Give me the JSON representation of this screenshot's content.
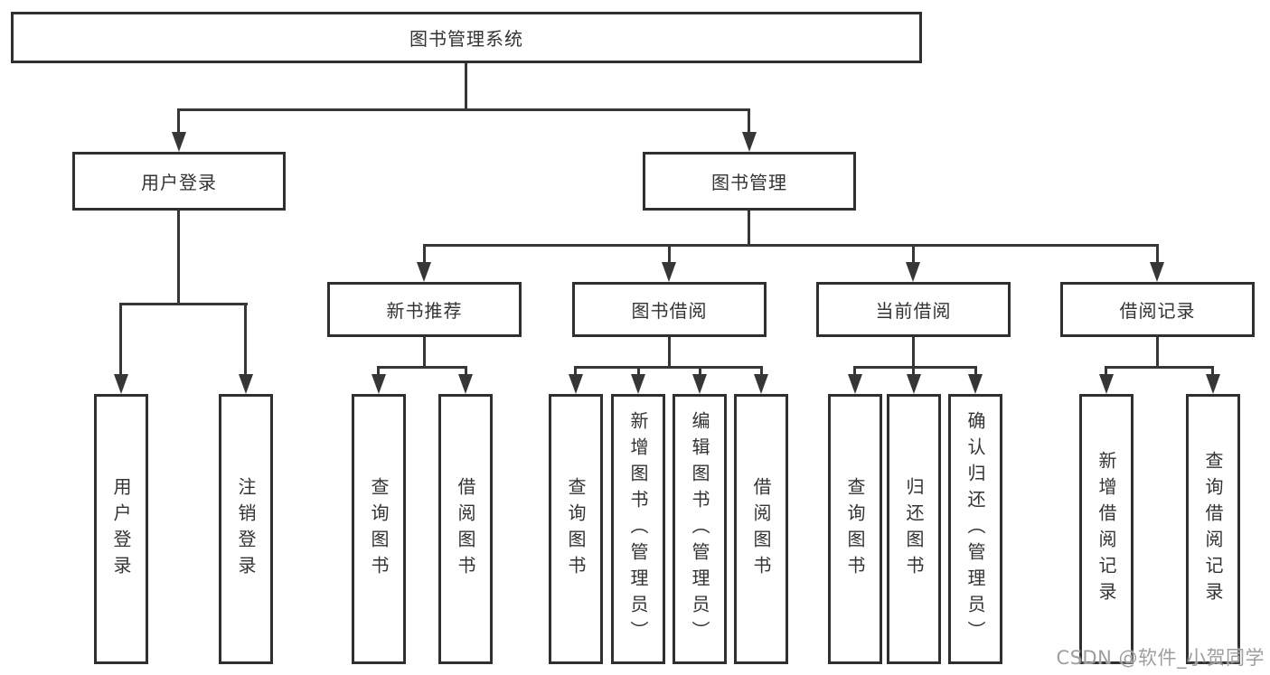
{
  "colors": {
    "line": "#363636",
    "border": "#2f2f2f",
    "text": "#333333",
    "watermark": "#9e9e9e",
    "background": "#ffffff"
  },
  "watermark": {
    "text": "CSDN @软件_小贺同学"
  },
  "tree": {
    "label": "图书管理系统",
    "children": [
      {
        "label": "用户登录",
        "children": [
          {
            "label": "用户登录"
          },
          {
            "label": "注销登录"
          }
        ]
      },
      {
        "label": "图书管理",
        "children": [
          {
            "label": "新书推荐",
            "children": [
              {
                "label": "查询图书"
              },
              {
                "label": "借阅图书"
              }
            ]
          },
          {
            "label": "图书借阅",
            "children": [
              {
                "label": "查询图书"
              },
              {
                "label": "新增图书（管理员）"
              },
              {
                "label": "编辑图书（管理员）"
              },
              {
                "label": "借阅图书"
              }
            ]
          },
          {
            "label": "当前借阅",
            "children": [
              {
                "label": "查询图书"
              },
              {
                "label": "归还图书"
              },
              {
                "label": "确认归还（管理员）"
              }
            ]
          },
          {
            "label": "借阅记录",
            "children": [
              {
                "label": "新增借阅记录"
              },
              {
                "label": "查询借阅记录"
              }
            ]
          }
        ]
      }
    ]
  }
}
